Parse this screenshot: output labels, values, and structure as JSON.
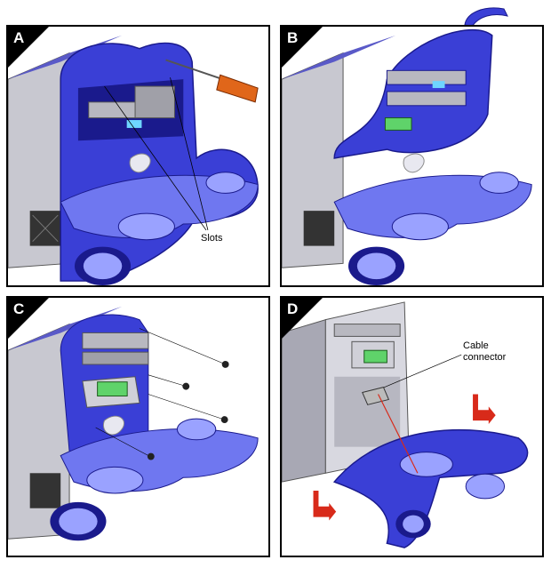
{
  "figure": {
    "colors": {
      "bezel": "#3a3fd6",
      "bezel_dark": "#1a1a8c",
      "bezel_light": "#8f97ff",
      "chassis": "#c8c8d0",
      "chassis_dark": "#6a6a78",
      "lcd": "#5fd36a",
      "arrow": "#d82a1a",
      "screwdriver_handle": "#e0661a"
    },
    "panels": [
      {
        "letter": "A"
      },
      {
        "letter": "B"
      },
      {
        "letter": "C"
      },
      {
        "letter": "D"
      }
    ],
    "callouts": {
      "slots": "Slots",
      "cable_connector_line1": "Cable",
      "cable_connector_line2": "connector"
    },
    "icons": {
      "screwdriver": "screwdriver-icon",
      "screw": "screw-icon",
      "direction_arrow": "red-arrow-icon"
    }
  }
}
